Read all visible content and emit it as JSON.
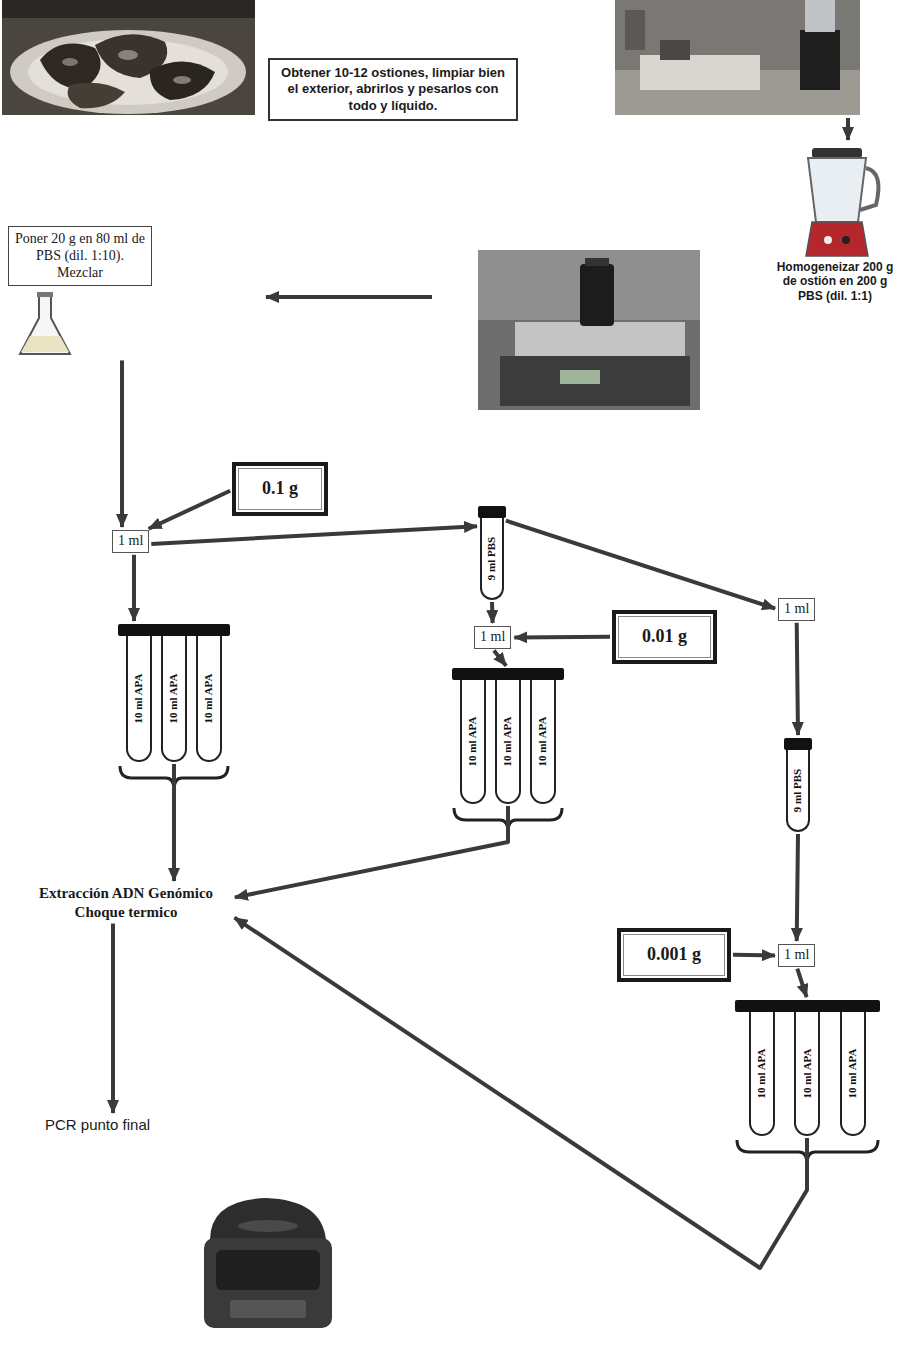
{
  "diagram": {
    "nodes": [
      {
        "text": [
          "Obtener 10-12 ostiones, limpiar bien el exterior, abrirlos y pesarlos con todo y líquido."
        ]
      },
      {
        "text": [
          "Homogeneizar 200 g de ostión en 200 g PBS (dil. 1:1)"
        ]
      },
      {
        "text": [
          "Poner 20 g en 80 ml de PBS (dil. 1:10). Mezclar"
        ]
      },
      {
        "text": [
          "0.1 g"
        ]
      },
      {
        "text": [
          "1 ml"
        ]
      },
      {
        "text": [
          "10 ml APA",
          "10 ml APA",
          "10 ml APA"
        ]
      },
      {
        "text": [
          "9 ml PBS"
        ]
      },
      {
        "text": [
          "1 ml"
        ]
      },
      {
        "text": [
          "0.01 g"
        ]
      },
      {
        "text": [
          "10 ml APA",
          "10 ml APA",
          "10 ml APA"
        ]
      },
      {
        "text": [
          "1 ml"
        ]
      },
      {
        "text": [
          "9 ml PBS"
        ]
      },
      {
        "text": [
          "0.001 g"
        ]
      },
      {
        "text": [
          "1 ml"
        ]
      },
      {
        "text": [
          "10 ml APA",
          "10 ml APA",
          "10 ml APA"
        ]
      },
      {
        "text": [
          "Extracción ADN Genómico Choque termico"
        ]
      },
      {
        "text": [
          "PCR punto final"
        ]
      }
    ],
    "edges": [
      {
        "from": 2,
        "to": 4,
        "arrow": "to"
      },
      {
        "from": 3,
        "to": 4,
        "arrow": "to"
      },
      {
        "from": 4,
        "to": 5,
        "arrow": "to"
      },
      {
        "from": 4,
        "to": 6,
        "arrow": "to"
      },
      {
        "from": 6,
        "to": 7,
        "arrow": "to"
      },
      {
        "from": 8,
        "to": 7,
        "arrow": "to"
      },
      {
        "from": 7,
        "to": 9,
        "arrow": "to"
      },
      {
        "from": 6,
        "to": 10,
        "arrow": "to"
      },
      {
        "from": 10,
        "to": 11,
        "arrow": "to"
      },
      {
        "from": 11,
        "to": 13,
        "arrow": "to"
      },
      {
        "from": 12,
        "to": 13,
        "arrow": "to"
      },
      {
        "from": 13,
        "to": 14,
        "arrow": "to"
      },
      {
        "from": 5,
        "to": 15,
        "arrow": "to"
      },
      {
        "from": 9,
        "to": 15,
        "arrow": "to"
      },
      {
        "from": 14,
        "to": 15,
        "arrow": "to"
      },
      {
        "from": 15,
        "to": 16,
        "arrow": "to"
      }
    ]
  }
}
